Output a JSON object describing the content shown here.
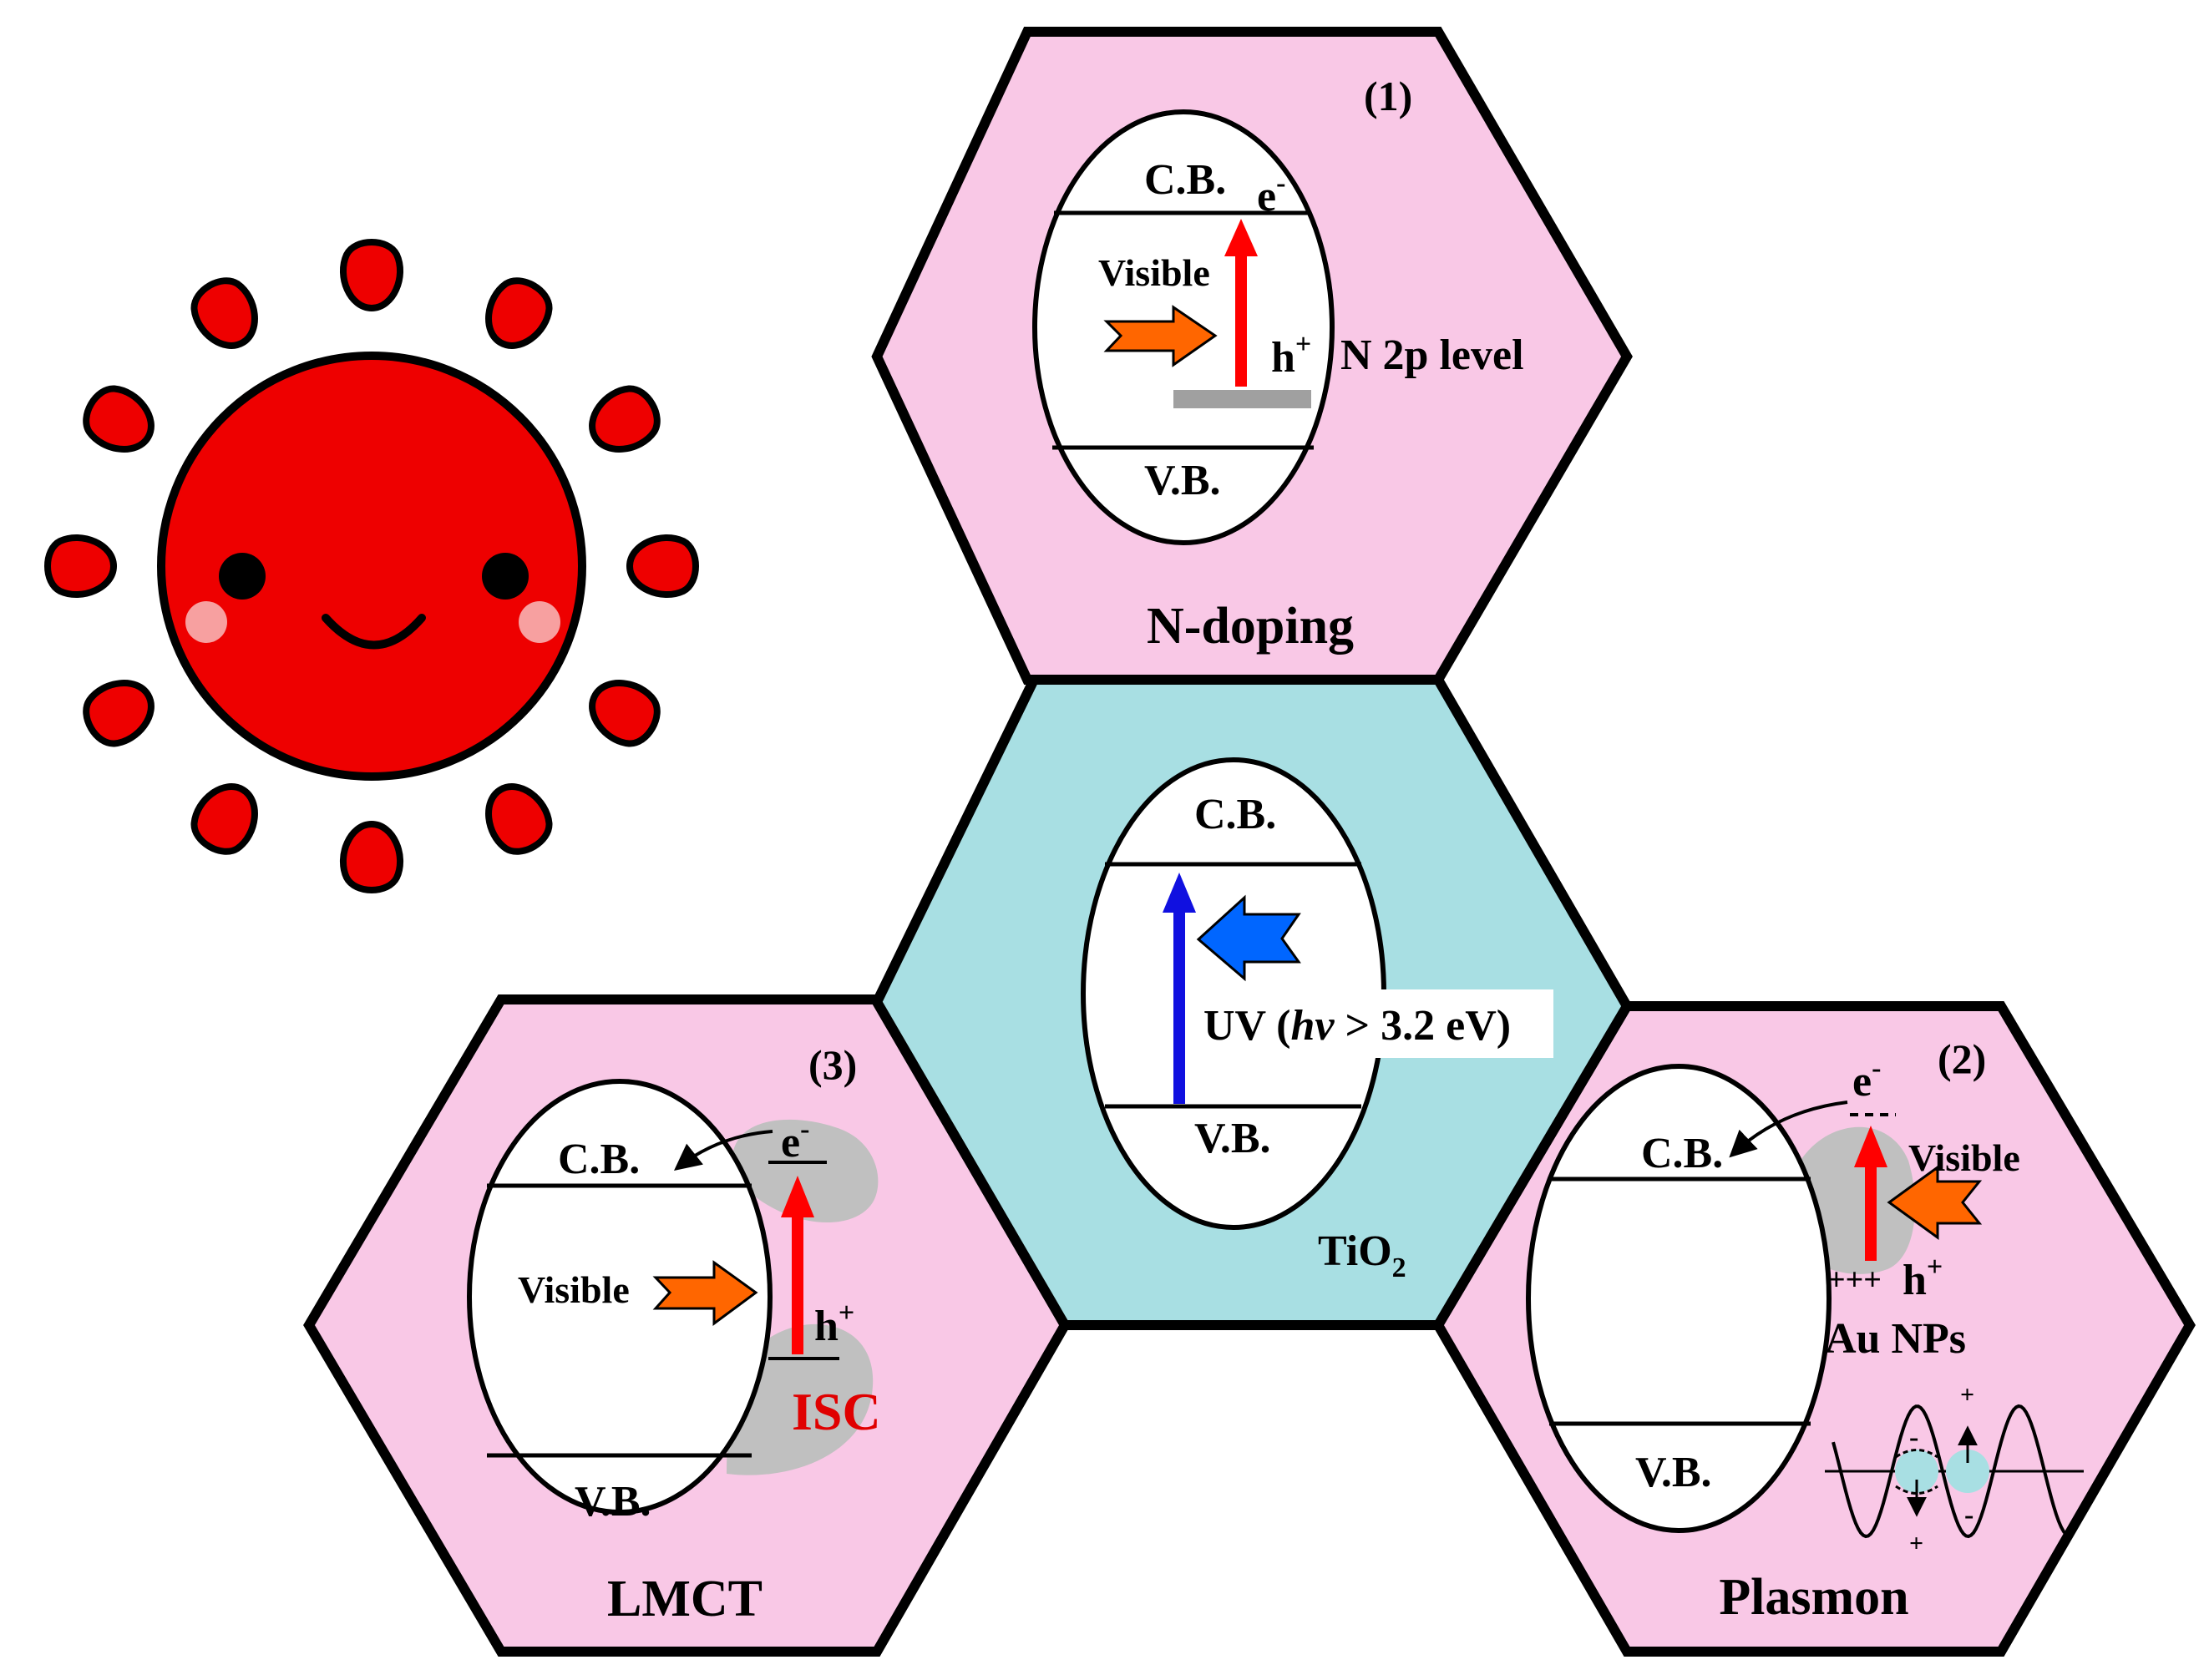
{
  "colors": {
    "sun_fill": "#ee0000",
    "hex_pink": "#f9c8e6",
    "hex_teal": "#a8dfe3",
    "red_arrow": "#ff0000",
    "blue_arrow": "#1010e0",
    "orange_arrow": "#ff6600",
    "uv_arrow": "#0066ff",
    "gray_level": "#a0a0a0",
    "isc_text": "#e00000"
  },
  "center": {
    "cb": "C.B.",
    "vb": "V.B.",
    "uv_label": "UV (hv > 3.2 eV)",
    "uv_prefix": "UV (",
    "uv_hv": "hv",
    "uv_suffix": " > 3.2 eV)",
    "material": "TiO",
    "material_sub": "2"
  },
  "top": {
    "number": "(1)",
    "cb": "C.B.",
    "vb": "V.B.",
    "electron": "e",
    "electron_sup": "-",
    "hole": "h",
    "hole_sup": "+",
    "visible": "Visible",
    "level_label": "N 2p level",
    "title": "N-doping"
  },
  "right": {
    "number": "(2)",
    "cb": "C.B.",
    "vb": "V.B.",
    "electron": "e",
    "electron_sup": "-",
    "hole": "h",
    "hole_sup": "+",
    "plus_charges": "+++",
    "visible": "Visible",
    "particle_label": "Au NPs",
    "title": "Plasmon",
    "wave_plus": "+",
    "wave_minus": "-"
  },
  "left": {
    "number": "(3)",
    "cb": "C.B.",
    "vb": "V.B.",
    "electron": "e",
    "electron_sup": "-",
    "hole": "h",
    "hole_sup": "+",
    "visible": "Visible",
    "isc": "ISC",
    "title": "LMCT"
  }
}
